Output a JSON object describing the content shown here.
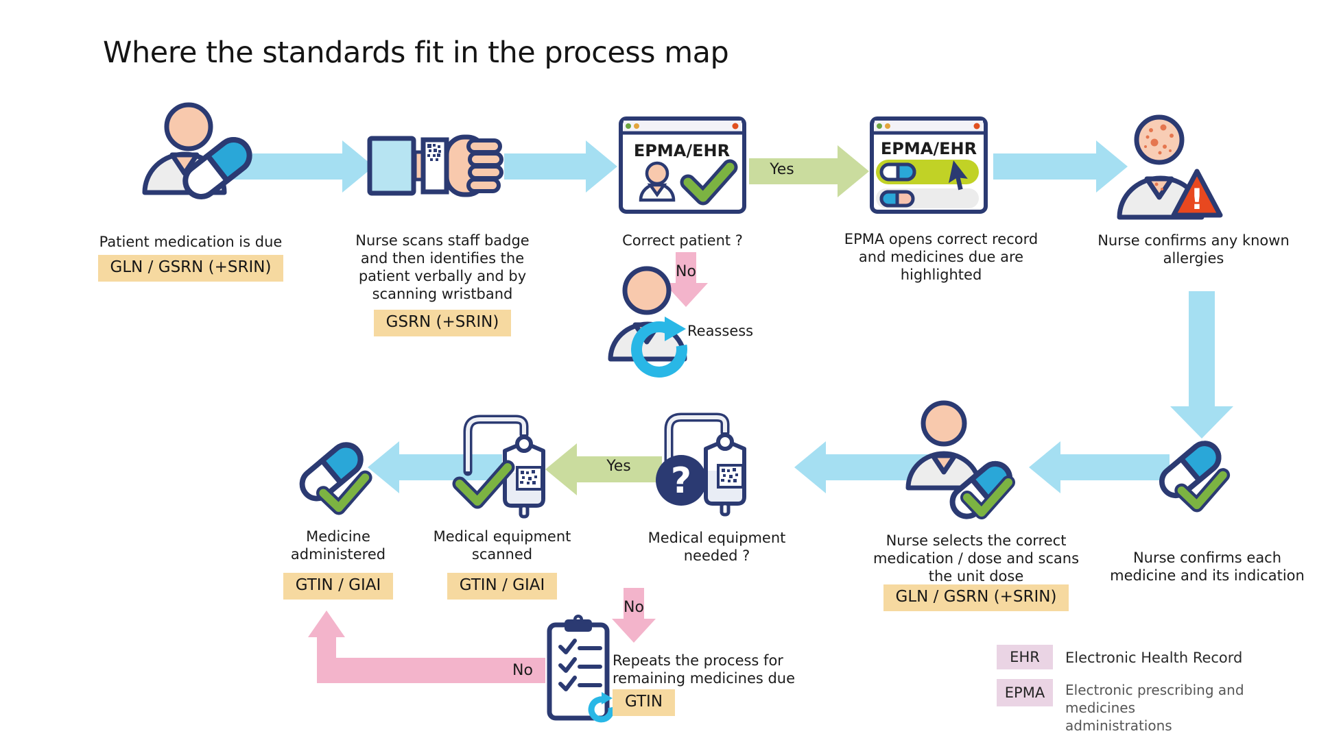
{
  "title": "Where the standards fit in the process map",
  "nodes": {
    "patient_due": {
      "label": "Patient medication is due",
      "tag": "GLN / GSRN (+SRIN)"
    },
    "scan_badge": {
      "label": "Nurse scans staff badge\nand then identifies the\npatient verbally and by\nscanning wristband",
      "tag": "GSRN (+SRIN)"
    },
    "correct_patient": {
      "window_title": "EPMA/EHR",
      "label": "Correct patient ?"
    },
    "epma_opens": {
      "window_title": "EPMA/EHR",
      "label": "EPMA opens correct record\nand medicines due are\nhighlighted"
    },
    "allergies": {
      "label": "Nurse confirms any known\nallergies"
    },
    "reassess": {
      "label": "Reassess"
    },
    "confirm_each": {
      "label": "Nurse confirms each\nmedicine and its indication"
    },
    "select_med": {
      "label": "Nurse selects the correct\nmedication / dose and scans\nthe unit dose",
      "tag": "GLN / GSRN (+SRIN)"
    },
    "equip_needed": {
      "label": "Medical equipment\nneeded ?"
    },
    "equip_scanned": {
      "label": "Medical equipment\nscanned",
      "tag": "GTIN / GIAI"
    },
    "administered": {
      "label": "Medicine\nadministered",
      "tag": "GTIN / GIAI"
    },
    "repeat_process": {
      "label": "Repeats the process for\nremaining medicines due",
      "tag": "GTIN"
    }
  },
  "arrows": {
    "yes_correct_patient": "Yes",
    "no_correct_patient": "No",
    "yes_equipment": "Yes",
    "no_equipment": "No",
    "no_return": "No"
  },
  "icons": {
    "question_glyph": "?",
    "exclamation_glyph": "!"
  },
  "legend": [
    {
      "abbr": "EHR",
      "meaning": "Electronic Health Record"
    },
    {
      "abbr": "EPMA",
      "meaning": "Electronic prescribing and medicines\nadministrations"
    }
  ],
  "colors": {
    "navy": "#2b3a72",
    "cyan_arrow": "#a5dff2",
    "green_arrow": "#cadc9e",
    "pink_arrow": "#f3b4cb",
    "tag_bg": "#f6d9a0",
    "check_green": "#7cb342",
    "highlight_lime": "#c1d226",
    "alert_red": "#e8481f",
    "legend_bg": "#ead4e4",
    "accent_cyan": "#29b7e6",
    "pill_cyan": "#2aa7d8",
    "skin": "#f8c9ad"
  }
}
